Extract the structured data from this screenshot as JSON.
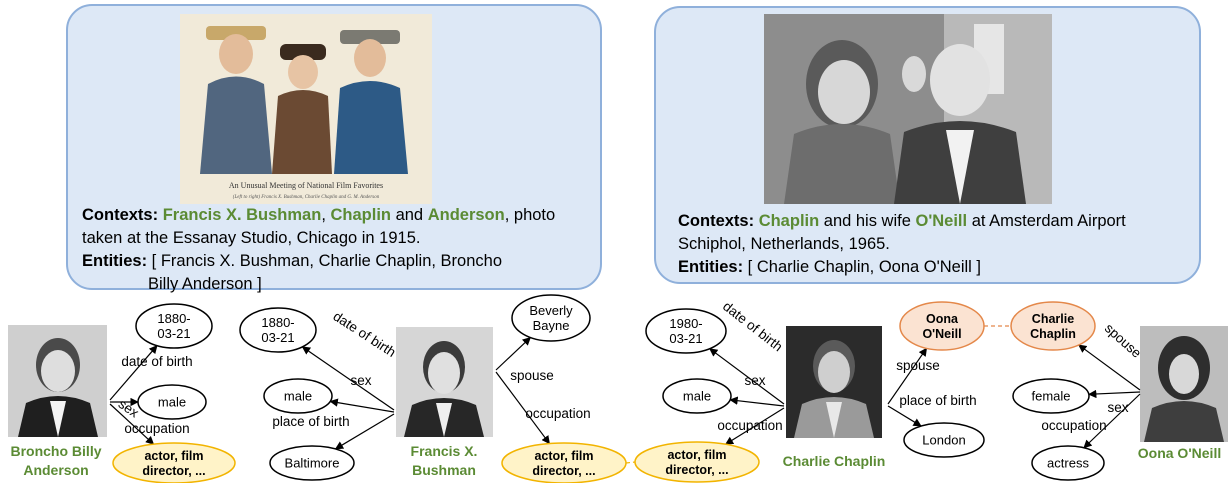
{
  "left_panel": {
    "photo_caption_title": "An Unusual Meeting of National Film Favorites",
    "photo_caption_sub": "(Left to right)  Francis X. Bushman, Charlie Chaplin and G. M. Anderson",
    "contexts_label": "Contexts:",
    "ctx_entity_1": "Francis X. Bushman",
    "ctx_sep_1": ", ",
    "ctx_entity_2": "Chaplin",
    "ctx_sep_2": " and ",
    "ctx_entity_3": "Anderson",
    "ctx_rest": ", photo taken at the Essanay Studio, Chicago in 1915.",
    "entities_label": "Entities:",
    "entities_line_1": " [ Francis X. Bushman, Charlie Chaplin, Broncho",
    "entities_line_2": "Billy Anderson ]"
  },
  "right_panel": {
    "contexts_label": "Contexts:",
    "ctx_entity_1": "Chaplin",
    "ctx_mid": " and his wife ",
    "ctx_entity_2": "O'Neill",
    "ctx_rest": " at Amsterdam Airport Schiphol, Netherlands, 1965.",
    "entities_label": "Entities:",
    "entities_text": " [ Charlie Chaplin, Oona O'Neill ]"
  },
  "entity_names": {
    "broncho_line1": "Broncho Billy",
    "broncho_line2": "Anderson",
    "bushman_line1": "Francis X.",
    "bushman_line2": "Bushman",
    "chaplin": "Charlie Chaplin",
    "oneill": "Oona O'Neill"
  },
  "nodes": {
    "broncho_dob": [
      "1880-",
      "03-21"
    ],
    "broncho_male": [
      "male"
    ],
    "broncho_occ": [
      "actor, film",
      "director, ..."
    ],
    "bushman_dob": [
      "1880-",
      "03-21"
    ],
    "bushman_male": [
      "male"
    ],
    "bushman_baltimore": [
      "Baltimore"
    ],
    "bushman_spouse": [
      "Beverly",
      "Bayne"
    ],
    "bushman_occ": [
      "actor, film",
      "director, ..."
    ],
    "chaplin_dob": [
      "1980-",
      "03-21"
    ],
    "chaplin_male": [
      "male"
    ],
    "chaplin_occ": [
      "actor, film",
      "director, ..."
    ],
    "chaplin_spouse": [
      "Oona",
      "O'Neill"
    ],
    "chaplin_london": [
      "London"
    ],
    "oneill_spouse": [
      "Charlie",
      "Chaplin"
    ],
    "oneill_female": [
      "female"
    ],
    "oneill_occ": [
      "actress"
    ]
  },
  "edge_labels": {
    "date_of_birth": "date of birth",
    "sex": "sex",
    "occupation": "occupation",
    "place_of_birth": "place of birth",
    "spouse": "spouse"
  },
  "colors": {
    "entity_green": "#5b8b34",
    "panel_fill": "#dde8f6",
    "panel_border": "#8fb0db",
    "occupation_fill": "#fff3c8",
    "occupation_border": "#f2b400",
    "spouse_fill": "#fbe3d2",
    "spouse_border": "#e4884a"
  }
}
